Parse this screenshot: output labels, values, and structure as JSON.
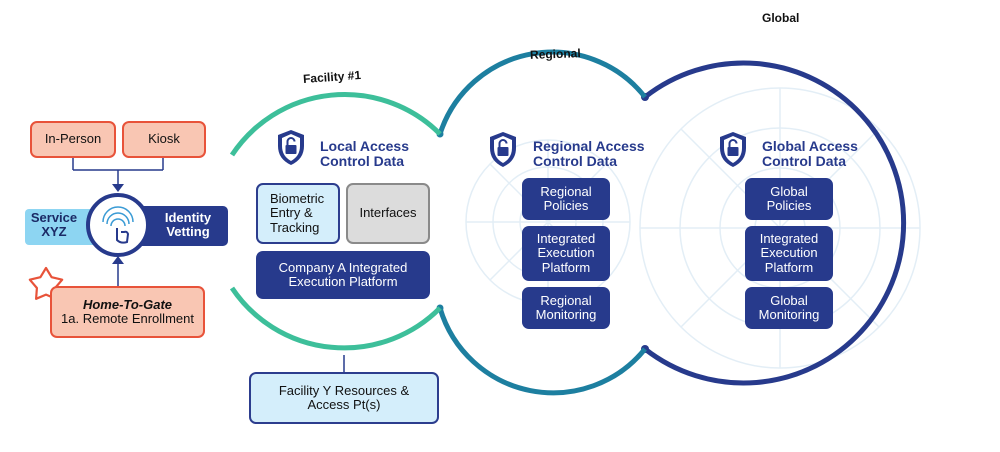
{
  "arcs": {
    "facility_label": "Facility #1",
    "regional_label": "Regional",
    "global_label": "Global"
  },
  "colors": {
    "facility": "#3dbf9a",
    "regional": "#1d7fa0",
    "global": "#273a8c",
    "salmon_border": "#e8533a",
    "navy": "#273a8c"
  },
  "left": {
    "in_person": "In-Person",
    "kiosk": "Kiosk",
    "service_line1": "Service",
    "service_line2": "XYZ",
    "identity_line1": "Identity",
    "identity_line2": "Vetting",
    "home_to_gate": "Home-To-Gate",
    "remote_enrollment": "1a. Remote Enrollment"
  },
  "local": {
    "heading_line1": "Local Access",
    "heading_line2": "Control Data",
    "biometric": [
      "Biometric",
      "Entry &",
      "Tracking"
    ],
    "interfaces": "Interfaces",
    "platform": [
      "Company A Integrated",
      "Execution Platform"
    ],
    "facility_resources": [
      "Facility Y Resources &",
      "Access Pt(s)"
    ]
  },
  "regional": {
    "heading_line1": "Regional Access",
    "heading_line2": "Control Data",
    "policies": [
      "Regional",
      "Policies"
    ],
    "platform": [
      "Integrated",
      "Execution",
      "Platform"
    ],
    "monitoring": [
      "Regional",
      "Monitoring"
    ]
  },
  "global": {
    "heading_line1": "Global Access",
    "heading_line2": "Control Data",
    "policies": [
      "Global",
      "Policies"
    ],
    "platform": [
      "Integrated",
      "Execution",
      "Platform"
    ],
    "monitoring": [
      "Global",
      "Monitoring"
    ]
  },
  "icons": [
    "lock-shield-icon",
    "touch-fingerprint-icon",
    "star-icon",
    "spider-web-background-icon"
  ]
}
